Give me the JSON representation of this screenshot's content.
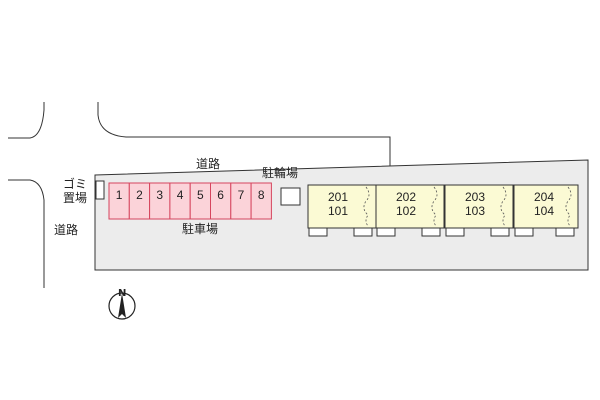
{
  "labels": {
    "road_top": "道路",
    "road_left": "道路",
    "bicycle_parking": "駐輪場",
    "parking": "駐車場",
    "garbage_line1": "ゴミ",
    "garbage_line2": "置場"
  },
  "compass": {
    "north": "N"
  },
  "parking_slots": [
    "1",
    "2",
    "3",
    "4",
    "5",
    "6",
    "7",
    "8"
  ],
  "units": [
    {
      "upper": "201",
      "lower": "101"
    },
    {
      "upper": "202",
      "lower": "102"
    },
    {
      "upper": "203",
      "lower": "103"
    },
    {
      "upper": "204",
      "lower": "104"
    }
  ],
  "colors": {
    "lot": "#ececec",
    "parking_fill": "#fbd3d9",
    "parking_stroke": "#d6455e",
    "building_fill": "#fbfad4",
    "line": "#333333"
  }
}
